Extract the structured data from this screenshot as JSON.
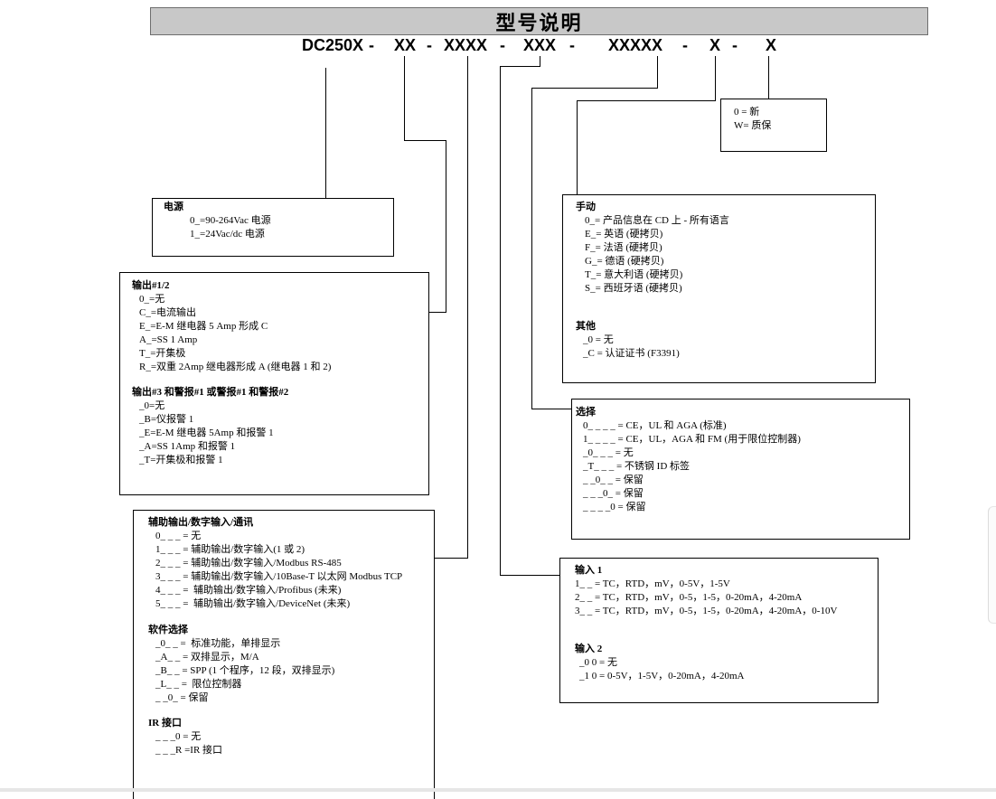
{
  "title": "型号说明",
  "model_code": [
    "DC250X",
    "-",
    "XX",
    "-",
    "XXXX",
    "-",
    "XXX",
    "-",
    "XXXXX",
    "-",
    "X",
    "-",
    "X"
  ],
  "power": {
    "heading": "电源",
    "items": [
      "0_=90-264Vac 电源",
      "1_=24Vac/dc 电源"
    ]
  },
  "outputs": {
    "heading": "输出#1/2",
    "items": [
      "0_=无",
      "C_=电流输出",
      "E_=E-M 继电器 5 Amp 形成 C",
      "A_=SS 1 Amp",
      "T_=开集极",
      "R_=双重 2Amp 继电器形成 A (继电器 1 和 2)"
    ],
    "heading2": "输出#3 和警报#1 或警报#1 和警报#2",
    "items2": [
      "_0=无",
      "_B=仪报警 1",
      "_E=E-M 继电器 5Amp 和报警 1",
      "_A=SS 1Amp 和报警 1",
      "_T=开集极和报警 1"
    ]
  },
  "aux": {
    "heading": "辅助输出/数字输入/通讯",
    "items": [
      "0_ _ _ = 无",
      "1_ _ _ = 辅助输出/数字输入(1 或 2)",
      "2_ _ _ = 辅助输出/数字输入/Modbus RS-485",
      "3_ _ _ = 辅助输出/数字输入/10Base-T 以太网 Modbus TCP",
      "4_ _ _ =  辅助输出/数字输入/Profibus (未来)",
      "5_ _ _ =  辅助输出/数字输入/DeviceNet (未来)"
    ],
    "software_heading": "软件选择",
    "software_items": [
      "_0_ _ =  标准功能，单排显示",
      "_A_ _ = 双排显示，M/A",
      "_B_ _ = SPP (1 个程序，12 段，双排显示)",
      "_L_ _ =  限位控制器",
      "_ _0_ = 保留"
    ],
    "ir_heading": "IR 接口",
    "ir_items": [
      "_ _ _0 = 无",
      "_ _ _R =IR 接口"
    ]
  },
  "condition": {
    "items": [
      "0 = 新",
      "W= 质保"
    ]
  },
  "manual": {
    "heading": "手动",
    "items": [
      "0_= 产品信息在 CD 上 - 所有语言",
      "E_= 英语 (硬拷贝)",
      "F_= 法语 (硬拷贝)",
      "G_= 德语 (硬拷贝)",
      "T_= 意大利语 (硬拷贝)",
      "S_= 西班牙语 (硬拷贝)"
    ],
    "other_heading": "其他",
    "other_items": [
      "_0 = 无",
      "_C = 认证证书 (F3391)"
    ]
  },
  "options": {
    "heading": "选择",
    "items": [
      "0_ _ _ _ = CE，UL 和 AGA (标准)",
      "1_ _ _ _ = CE，UL，AGA 和 FM (用于限位控制器)",
      "_0_ _ _ = 无",
      "_T_ _ _ = 不锈钢 ID 标签",
      "_ _0_ _ = 保留",
      "_ _ _0_ = 保留",
      "_ _ _ _0 = 保留"
    ]
  },
  "inputs": {
    "heading": "输入 1",
    "items": [
      "1_ _ = TC，RTD，mV，0-5V，1-5V",
      "2_ _ = TC，RTD，mV，0-5，1-5，0-20mA，4-20mA",
      "3_ _ = TC，RTD，mV，0-5，1-5，0-20mA，4-20mA，0-10V"
    ],
    "heading2": "输入 2",
    "items2": [
      "_0 0 = 无",
      "_1 0 = 0-5V，1-5V，0-20mA，4-20mA"
    ]
  }
}
